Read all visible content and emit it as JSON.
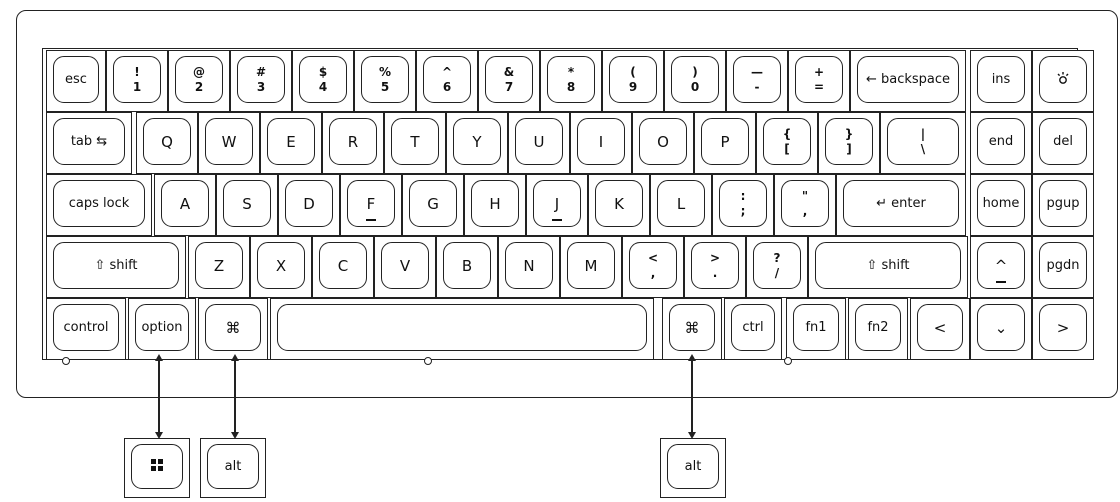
{
  "rows": [
    [
      {
        "id": "esc",
        "label": "esc"
      },
      {
        "id": "1",
        "top": "!",
        "bottom": "1"
      },
      {
        "id": "2",
        "top": "@",
        "bottom": "2"
      },
      {
        "id": "3",
        "top": "#",
        "bottom": "3"
      },
      {
        "id": "4",
        "top": "$",
        "bottom": "4"
      },
      {
        "id": "5",
        "top": "%",
        "bottom": "5"
      },
      {
        "id": "6",
        "top": "^",
        "bottom": "6"
      },
      {
        "id": "7",
        "top": "&",
        "bottom": "7"
      },
      {
        "id": "8",
        "top": "*",
        "bottom": "8"
      },
      {
        "id": "9",
        "top": "(",
        "bottom": "9"
      },
      {
        "id": "0",
        "top": ")",
        "bottom": "0"
      },
      {
        "id": "minus",
        "top": "—",
        "bottom": "-"
      },
      {
        "id": "equal",
        "top": "+",
        "bottom": "="
      },
      {
        "id": "backspace",
        "label": "← backspace"
      },
      {
        "id": "ins",
        "label": "ins"
      },
      {
        "id": "light",
        "icon": "light-icon"
      }
    ],
    [
      {
        "id": "tab",
        "label": "tab ⇆"
      },
      {
        "id": "q",
        "label": "Q"
      },
      {
        "id": "w",
        "label": "W"
      },
      {
        "id": "e",
        "label": "E"
      },
      {
        "id": "r",
        "label": "R"
      },
      {
        "id": "t",
        "label": "T"
      },
      {
        "id": "y",
        "label": "Y"
      },
      {
        "id": "u",
        "label": "U"
      },
      {
        "id": "i",
        "label": "I"
      },
      {
        "id": "o",
        "label": "O"
      },
      {
        "id": "p",
        "label": "P"
      },
      {
        "id": "lbracket",
        "top": "{",
        "bottom": "["
      },
      {
        "id": "rbracket",
        "top": "}",
        "bottom": "]"
      },
      {
        "id": "backslash",
        "top": "|",
        "bottom": "\\"
      },
      {
        "id": "end",
        "label": "end"
      },
      {
        "id": "del",
        "label": "del"
      }
    ],
    [
      {
        "id": "capslock",
        "label": "caps lock"
      },
      {
        "id": "a",
        "label": "A"
      },
      {
        "id": "s",
        "label": "S"
      },
      {
        "id": "d",
        "label": "D"
      },
      {
        "id": "f",
        "label": "F",
        "bump": true
      },
      {
        "id": "g",
        "label": "G"
      },
      {
        "id": "h",
        "label": "H"
      },
      {
        "id": "j",
        "label": "J",
        "bump": true
      },
      {
        "id": "k",
        "label": "K"
      },
      {
        "id": "l",
        "label": "L"
      },
      {
        "id": "semicolon",
        "top": ":",
        "bottom": ";"
      },
      {
        "id": "quote",
        "top": "\"",
        "bottom": ","
      },
      {
        "id": "enter",
        "label": "↵ enter"
      },
      {
        "id": "home",
        "label": "home"
      },
      {
        "id": "pgup",
        "label": "pgup"
      }
    ],
    [
      {
        "id": "lshift",
        "label": "⇧ shift"
      },
      {
        "id": "z",
        "label": "Z"
      },
      {
        "id": "x",
        "label": "X"
      },
      {
        "id": "c",
        "label": "C"
      },
      {
        "id": "v",
        "label": "V"
      },
      {
        "id": "b",
        "label": "B"
      },
      {
        "id": "n",
        "label": "N"
      },
      {
        "id": "m",
        "label": "M"
      },
      {
        "id": "comma",
        "top": "<",
        "bottom": ","
      },
      {
        "id": "period",
        "top": ">",
        "bottom": "."
      },
      {
        "id": "slash",
        "top": "?",
        "bottom": "/"
      },
      {
        "id": "rshift",
        "label": "⇧ shift"
      },
      {
        "id": "up",
        "label": "^",
        "bump": true
      },
      {
        "id": "pgdn",
        "label": "pgdn"
      }
    ],
    [
      {
        "id": "control",
        "label": "control"
      },
      {
        "id": "option",
        "label": "option"
      },
      {
        "id": "lcmd",
        "label": "⌘"
      },
      {
        "id": "space",
        "label": ""
      },
      {
        "id": "rcmd",
        "label": "⌘"
      },
      {
        "id": "ctrl",
        "label": "ctrl"
      },
      {
        "id": "fn1",
        "label": "fn1"
      },
      {
        "id": "fn2",
        "label": "fn2"
      },
      {
        "id": "left",
        "label": "<"
      },
      {
        "id": "down",
        "label": "⌄"
      },
      {
        "id": "right",
        "label": ">"
      }
    ]
  ],
  "replacement_keys": [
    {
      "id": "win",
      "icon": "windows-icon"
    },
    {
      "id": "lalt",
      "label": "alt"
    },
    {
      "id": "ralt",
      "label": "alt"
    }
  ],
  "colors": {
    "line": "#222222",
    "background": "#ffffff"
  }
}
